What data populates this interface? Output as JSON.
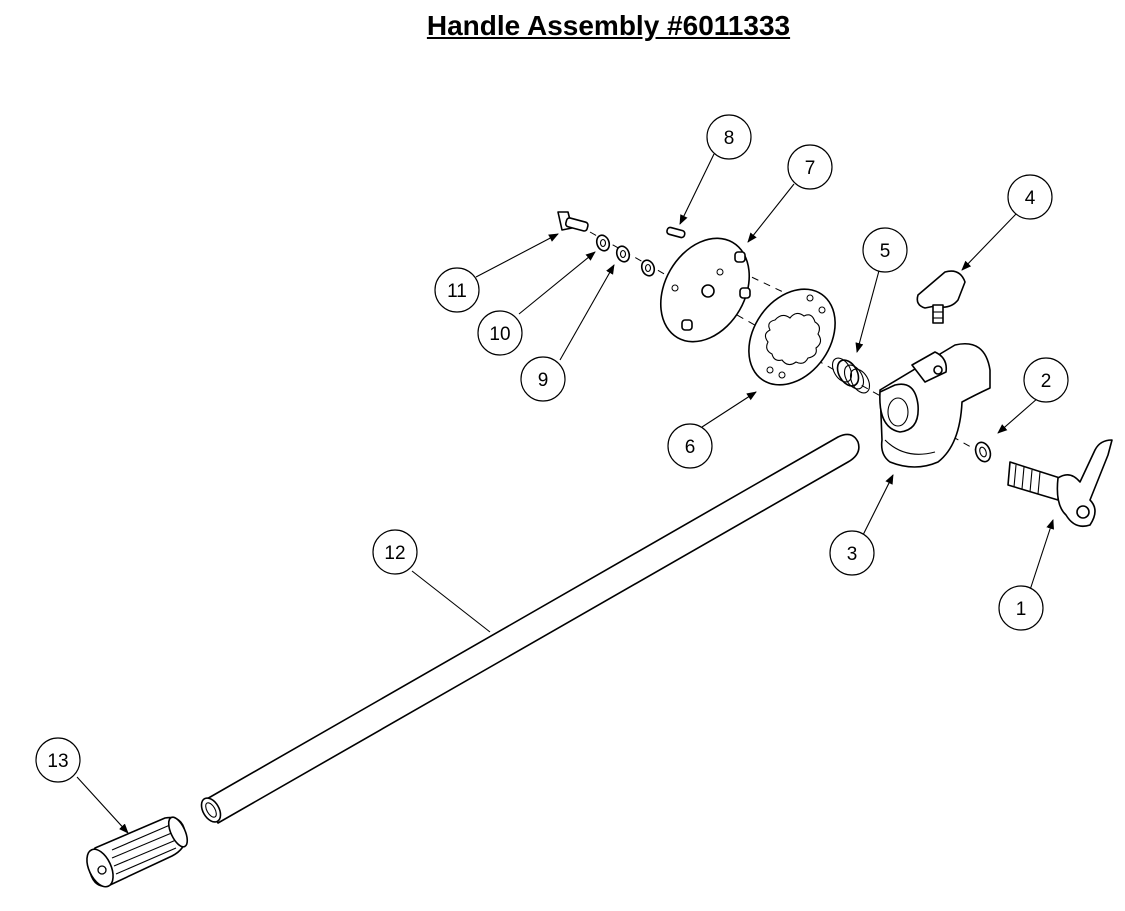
{
  "title": "Handle Assembly #6011333",
  "callouts": [
    "1",
    "2",
    "3",
    "4",
    "5",
    "6",
    "7",
    "8",
    "9",
    "10",
    "11",
    "12",
    "13"
  ]
}
